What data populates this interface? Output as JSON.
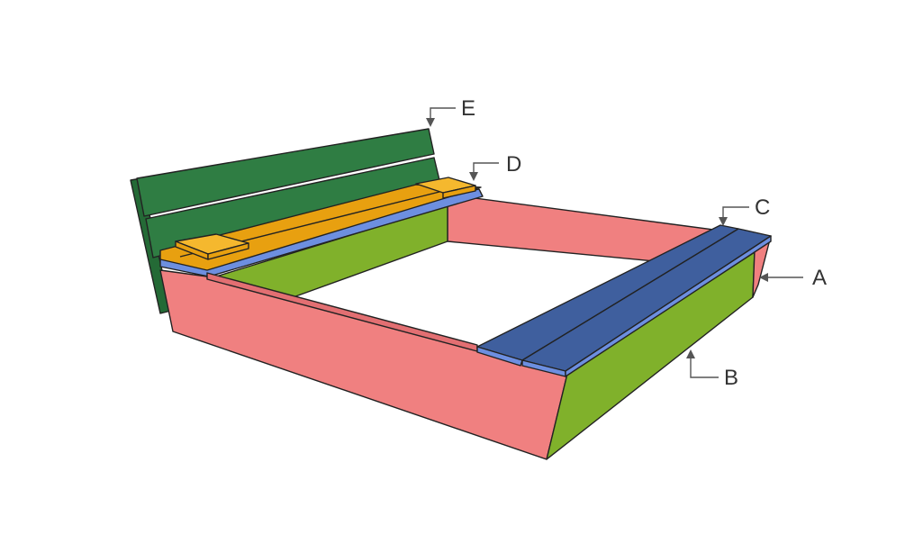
{
  "colors": {
    "frame_pink": "#f08080",
    "frame_pink_dark": "#e26f72",
    "side_green": "#80b12b",
    "side_green_dark": "#6f9e22",
    "seat_blue": "#3f5f9e",
    "seat_blue_light": "#6d8fe0",
    "seat_orange": "#e8a010",
    "seat_orange_light": "#f5b82e",
    "backrest_green": "#2f7d43",
    "backrest_green_dark": "#246a36",
    "ink": "#333333"
  },
  "callouts": {
    "a": "A",
    "b": "B",
    "c": "C",
    "d": "D",
    "e": "E"
  }
}
